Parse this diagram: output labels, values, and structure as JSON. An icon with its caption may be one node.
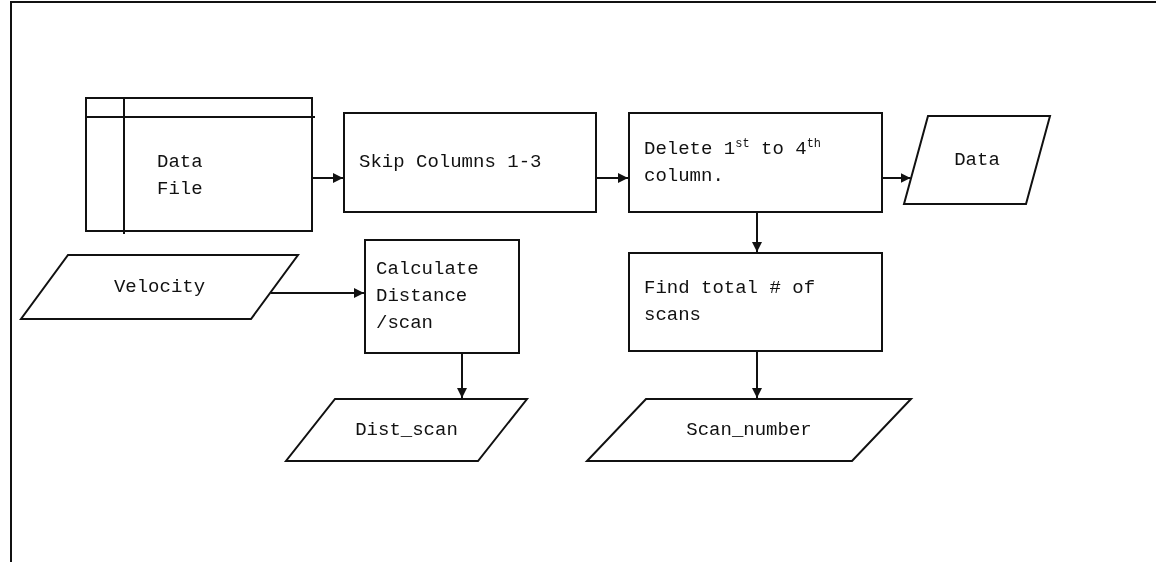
{
  "diagram": {
    "nodes": [
      {
        "text": [
          "Data File"
        ]
      },
      {
        "text": [
          "Skip Columns 1-3"
        ]
      },
      {
        "text": [
          "Delete 1$^{st}$ to 4$^{th}$ column."
        ]
      },
      {
        "text": [
          "Data"
        ]
      },
      {
        "text": [
          "Velocity"
        ]
      },
      {
        "text": [
          "Calculate Distance /scan"
        ]
      },
      {
        "text": [
          "Find total # of scans"
        ]
      },
      {
        "text": [
          "Dist_scan"
        ]
      },
      {
        "text": [
          "Scan_number"
        ]
      }
    ],
    "edges": [
      {
        "from": 0,
        "to": 1,
        "arrow": "to"
      },
      {
        "from": 1,
        "to": 2,
        "arrow": "to"
      },
      {
        "from": 2,
        "to": 3,
        "arrow": "to"
      },
      {
        "from": 4,
        "to": 5,
        "arrow": "to"
      },
      {
        "from": 2,
        "to": 6,
        "arrow": "to"
      },
      {
        "from": 5,
        "to": 7,
        "arrow": "to"
      },
      {
        "from": 6,
        "to": 8,
        "arrow": "to"
      }
    ]
  }
}
